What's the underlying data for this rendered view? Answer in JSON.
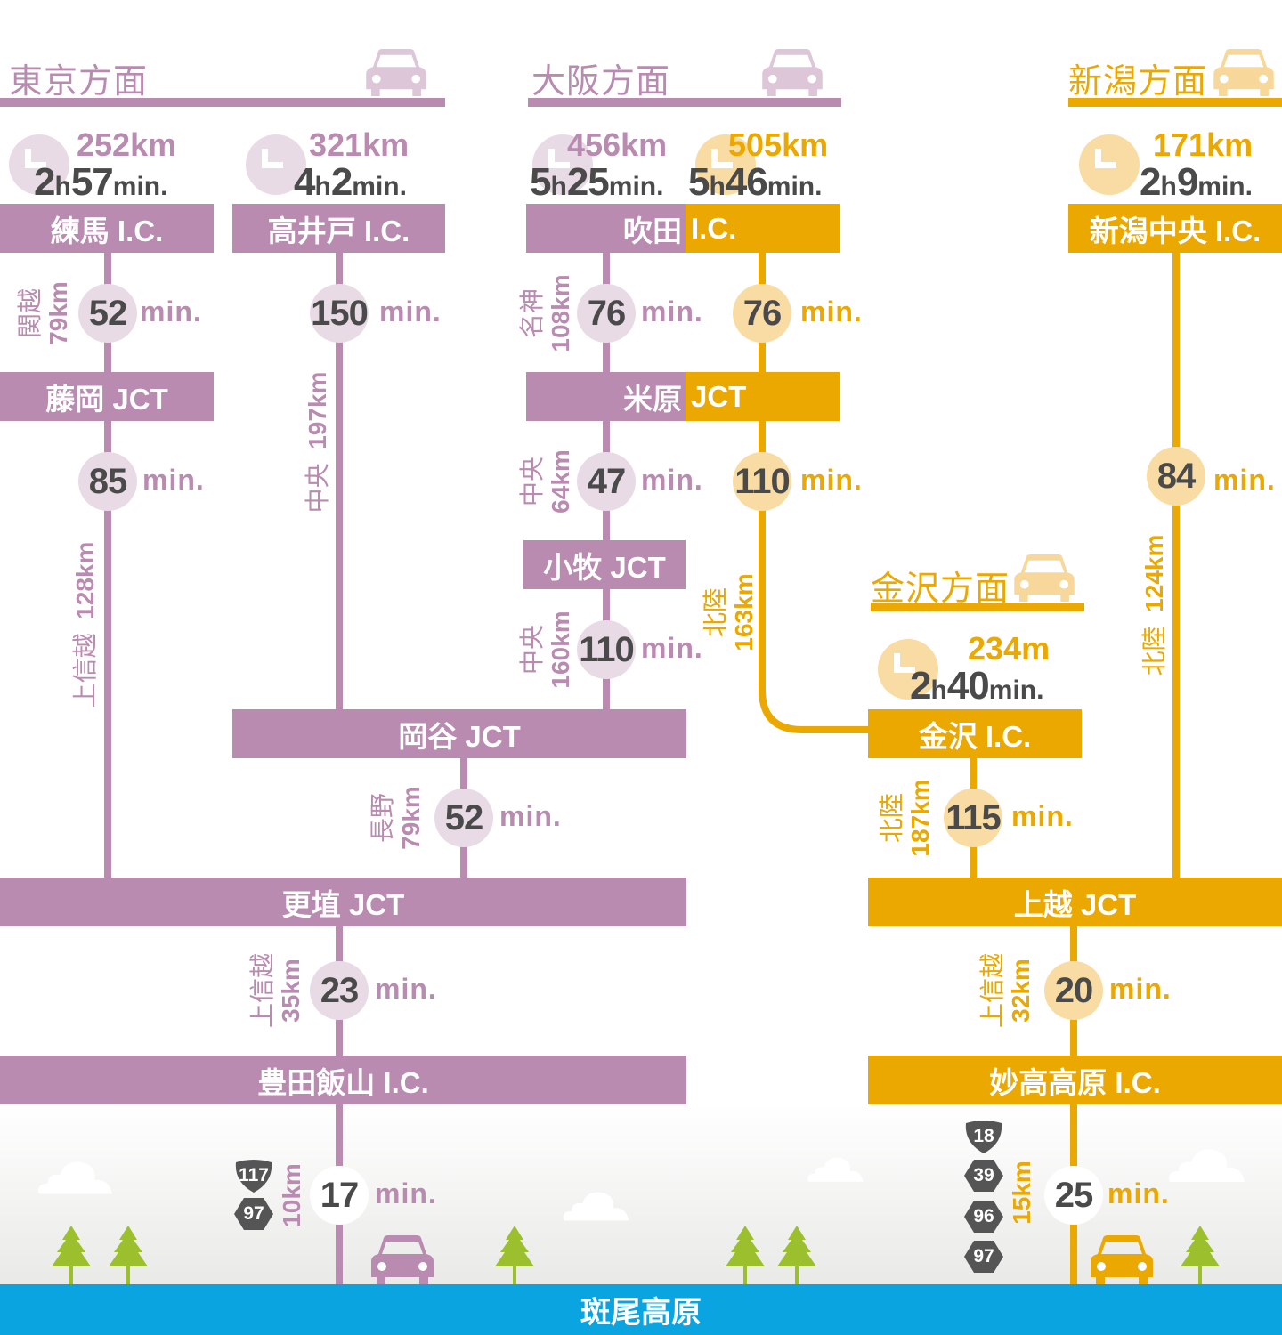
{
  "colors": {
    "purple": "#b98bb0",
    "orange": "#eaa800",
    "blue": "#0aa5e0"
  },
  "directions": {
    "tokyo": "東京方面",
    "osaka": "大阪方面",
    "niigata": "新潟方面",
    "kanazawa": "金沢方面"
  },
  "totals": {
    "nerima": {
      "km": "252km",
      "hours": "2",
      "minutes": "57"
    },
    "takaido": {
      "km": "321km",
      "hours": "4",
      "minutes": "2"
    },
    "suita_meishin": {
      "km": "456km",
      "hours": "5",
      "minutes": "25"
    },
    "suita_hokuriku": {
      "km": "505km",
      "hours": "5",
      "minutes": "46"
    },
    "niigata": {
      "km": "171km",
      "hours": "2",
      "minutes": "9"
    },
    "kanazawa": {
      "km": "234m",
      "hours": "2",
      "minutes": "40"
    }
  },
  "units": {
    "hour": "h",
    "minute": "min."
  },
  "nodes": {
    "nerima": "練馬 I.C.",
    "takaido": "高井戸 I.C.",
    "suita_a": "吹田",
    "suita_b": "I.C.",
    "niigata": "新潟中央 I.C.",
    "fujioka": "藤岡 JCT",
    "maibara_a": "米原",
    "maibara_b": "JCT",
    "komaki": "小牧 JCT",
    "okaya": "岡谷 JCT",
    "kanazawa": "金沢 I.C.",
    "kohshoku": "更埴 JCT",
    "joetsu": "上越 JCT",
    "toyota_iiyama": "豊田飯山 I.C.",
    "myoko": "妙高高原 I.C.",
    "destination": "斑尾高原"
  },
  "segments": [
    {
      "min": "52",
      "road": "関越",
      "dist": "79km"
    },
    {
      "min": "150"
    },
    {
      "min": "76",
      "road": "名神",
      "dist": "108km"
    },
    {
      "min": "76"
    },
    {
      "min": "85"
    },
    {
      "min": "47",
      "road": "中央",
      "dist": "64km"
    },
    {
      "min": "110"
    },
    {
      "min": "84"
    },
    {
      "min": "110",
      "road": "中央",
      "dist": "160km"
    },
    {
      "min": "52",
      "road": "長野",
      "dist": "79km"
    },
    {
      "min": "115",
      "road": "北陸",
      "dist": "187km"
    },
    {
      "min": "23",
      "road": "上信越",
      "dist": "35km"
    },
    {
      "min": "20",
      "road": "上信越",
      "dist": "32km"
    },
    {
      "min": "17",
      "dist": "10km",
      "routes": [
        "117",
        "97"
      ]
    },
    {
      "min": "25",
      "dist": "15km",
      "routes": [
        "18",
        "39",
        "96",
        "97"
      ]
    }
  ],
  "long_routes": [
    {
      "road": "上信越",
      "dist": "128km"
    },
    {
      "road": "中央",
      "dist": "197km"
    },
    {
      "road": "北陸",
      "dist": "163km"
    },
    {
      "road": "北陸",
      "dist": "124km"
    }
  ]
}
